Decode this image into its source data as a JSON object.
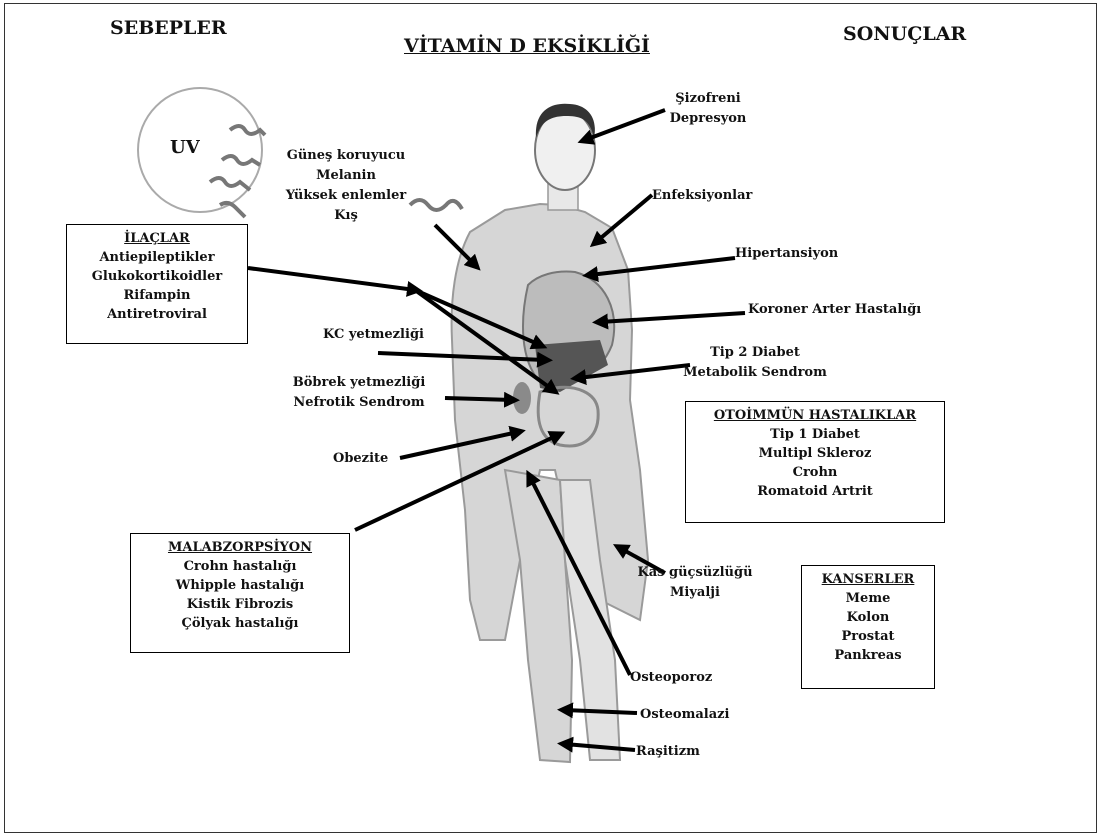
{
  "header": {
    "left": "SEBEPLER",
    "title": "VİTAMİN D EKSİKLİĞİ",
    "right": "SONUÇLAR"
  },
  "sun": {
    "label": "UV"
  },
  "causes": {
    "sun_factors": [
      "Güneş koruyucu",
      "Melanin",
      "Yüksek enlemler",
      "Kış"
    ],
    "drugs": {
      "title": "İLAÇLAR",
      "items": [
        "Antiepileptikler",
        "Glukokortikoidler",
        "Rifampin",
        "Antiretroviral"
      ]
    },
    "liver": "KC yetmezliği",
    "kidney": [
      "Böbrek yetmezliği",
      "Nefrotik Sendrom"
    ],
    "obesity": "Obezite",
    "malabsorption": {
      "title": "MALABZORPSİYON",
      "items": [
        "Crohn hastalığı",
        "Whipple hastalığı",
        "Kistik Fibrozis",
        "Çölyak hastalığı"
      ]
    }
  },
  "consequences": {
    "psych": [
      "Şizofreni",
      "Depresyon"
    ],
    "infections": "Enfeksiyonlar",
    "hypertension": "Hipertansiyon",
    "coronary": "Koroner Arter Hastalığı",
    "diabetes": [
      "Tip 2 Diabet",
      "Metabolik Sendrom"
    ],
    "autoimmune": {
      "title": "OTOİMMÜN HASTALIKLAR",
      "items": [
        "Tip 1 Diabet",
        "Multipl Skleroz",
        "Crohn",
        "Romatoid Artrit"
      ]
    },
    "muscle": [
      "Kas güçsüzlüğü",
      "Miyalji"
    ],
    "cancers": {
      "title": "KANSERLER",
      "items": [
        "Meme",
        "Kolon",
        "Prostat",
        "Pankreas"
      ]
    },
    "osteoporosis": "Osteoporoz",
    "osteomalacia": "Osteomalazi",
    "rickets": "Raşitizm"
  }
}
